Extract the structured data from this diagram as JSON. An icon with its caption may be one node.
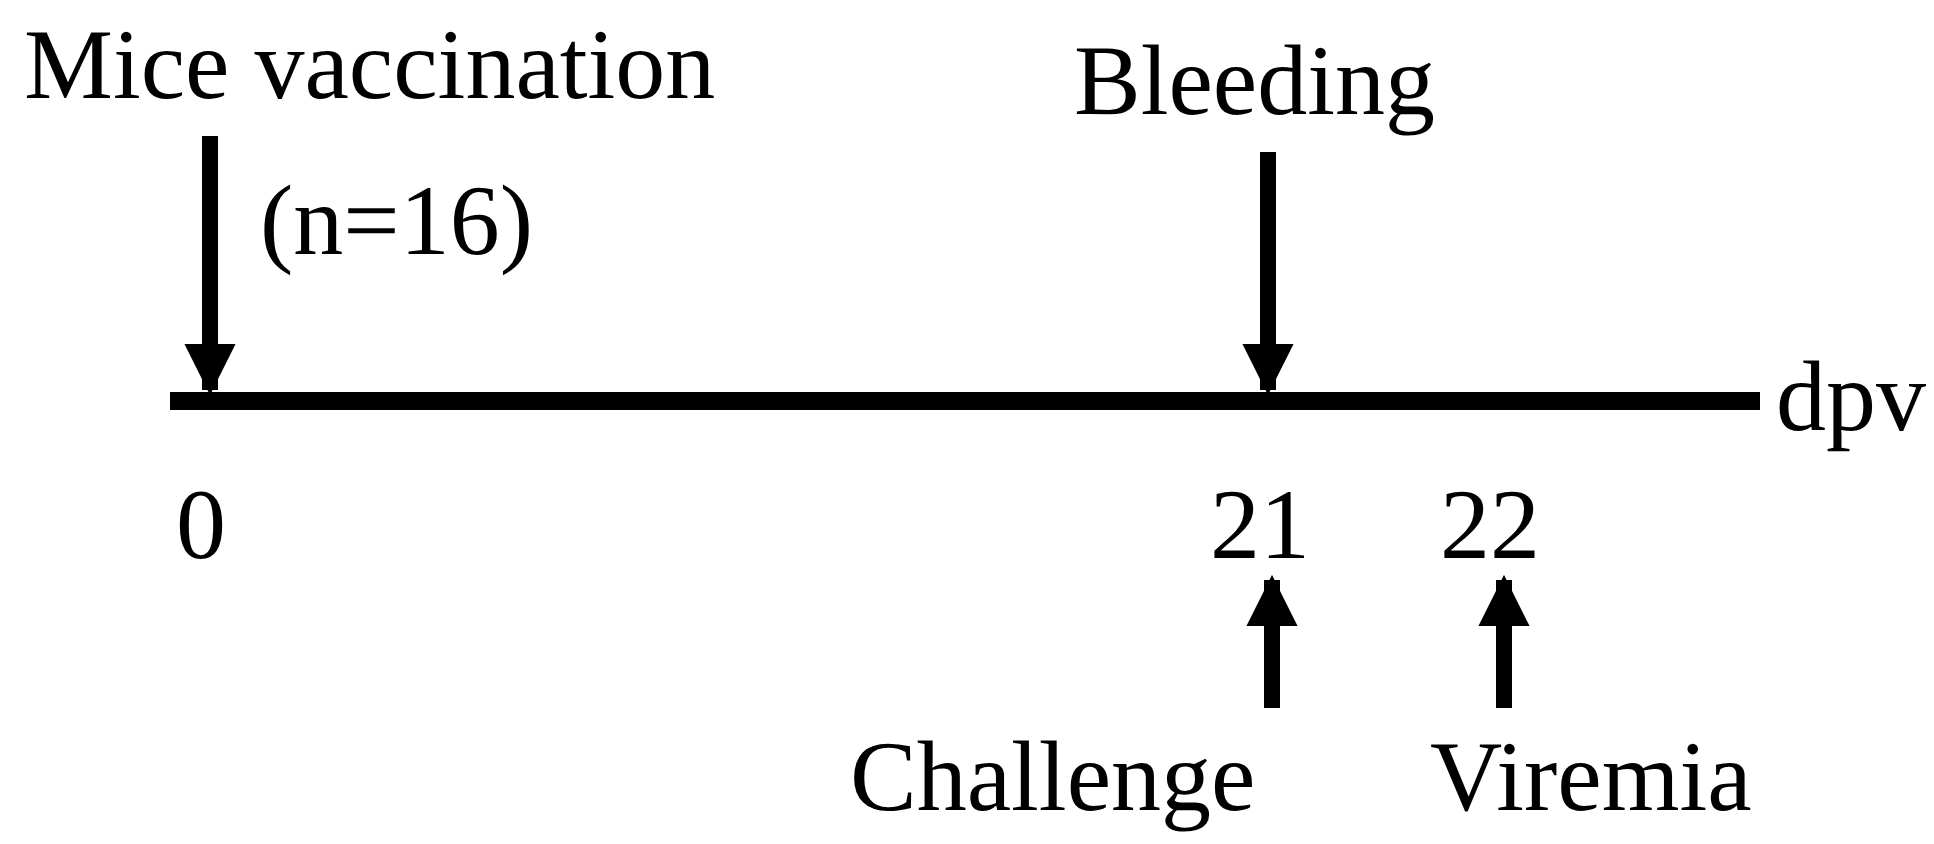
{
  "diagram": {
    "nodes": [
      {
        "text": [
          "Mice vaccination"
        ],
        "beside": [
          "(n=16)"
        ]
      },
      {
        "text": [
          "Bleeding"
        ]
      },
      {
        "text": [],
        "shape": "bar",
        "beside": [
          "dpv"
        ]
      },
      {
        "text": [
          "0"
        ]
      },
      {
        "text": [
          "21"
        ]
      },
      {
        "text": [
          "22"
        ]
      },
      {
        "text": [
          "Challenge"
        ]
      },
      {
        "text": [
          "Viremia"
        ]
      }
    ],
    "edges": [
      {
        "from": 0,
        "to": 2,
        "arrow": "to"
      },
      {
        "from": 1,
        "to": 2,
        "arrow": "to"
      },
      {
        "from": 6,
        "to": 4,
        "arrow": "to"
      },
      {
        "from": 7,
        "to": 5,
        "arrow": "to"
      }
    ]
  }
}
